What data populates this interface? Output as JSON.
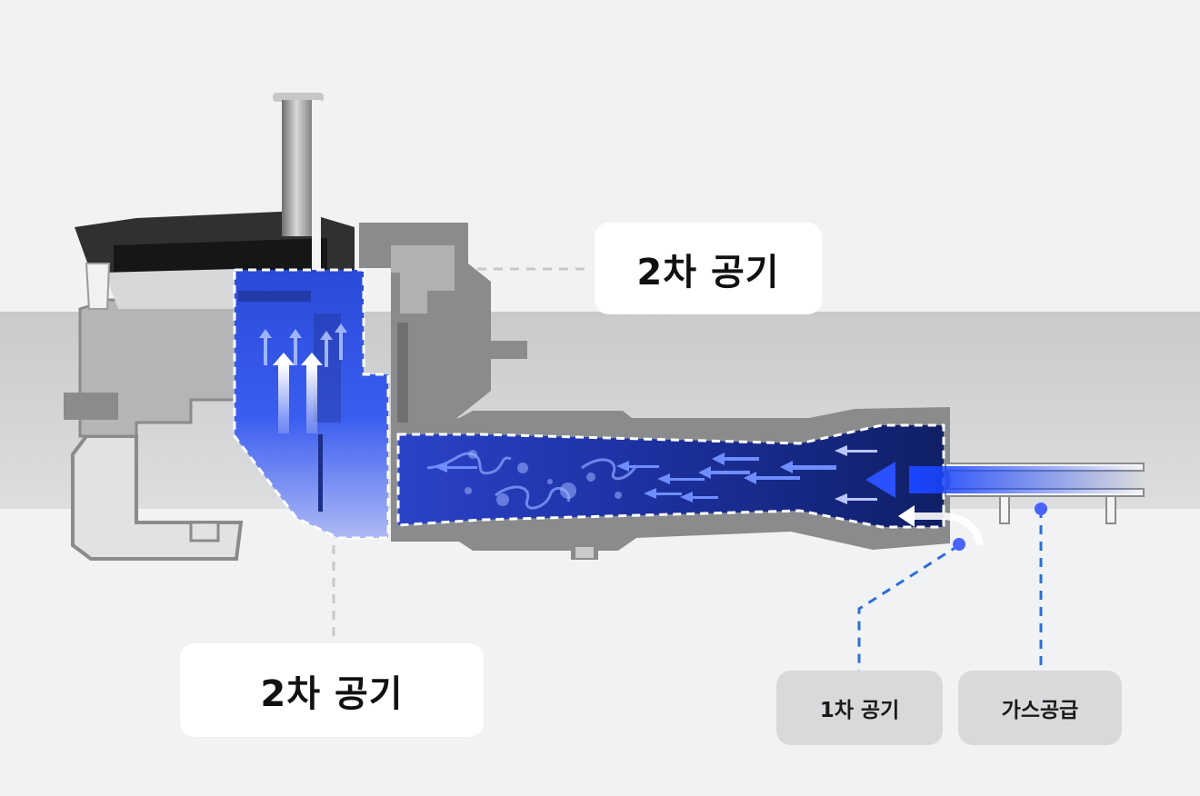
{
  "labels": {
    "secondary_air_top": "2차 공기",
    "secondary_air_bottom": "2차 공기",
    "primary_air": "1차 공기",
    "gas_supply": "가스공급"
  },
  "colors": {
    "background_top": "#f1f2f4",
    "background_band": "#c9cacc",
    "housing": "#8a8b8d",
    "housing_light": "#e2e2e3",
    "flow_blue": "#1f3ccf",
    "flow_deep": "#0f1f6b",
    "dashed_callout": "#2b6fd6",
    "label_box": "#ffffff",
    "label_box_gray": "#d9d9dc"
  },
  "icons": [
    "flow-arrow-icon",
    "swirl-icon",
    "bubble-icon"
  ]
}
